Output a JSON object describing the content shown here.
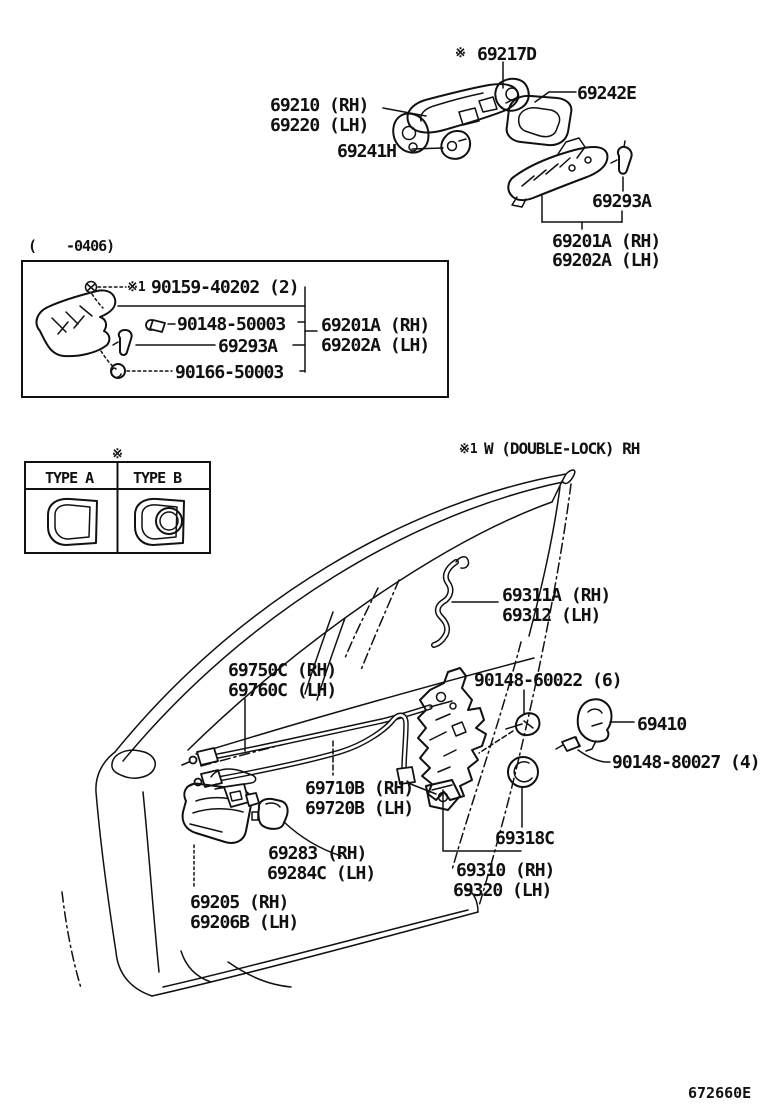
{
  "diagram": {
    "figure_code": "672660E",
    "top": {
      "mark": "※",
      "p69217d": "69217D",
      "p69210": "69210 (RH)",
      "p69220": "69220 (LH)",
      "p69241h": "69241H",
      "p69242e": "69242E",
      "p69293a": "69293A",
      "p69201a": "69201A (RH)",
      "p69202a": "69202A (LH)"
    },
    "inset_box": {
      "paren": "(",
      "range": "-0406)",
      "mark1": "※1",
      "r90159": "90159-40202 (2)",
      "r90148": "90148-50003",
      "r69293a": "69293A",
      "r90166": "90166-50003",
      "out_rh": "69201A (RH)",
      "out_lh": "69202A (LH)"
    },
    "type_table": {
      "mark": "※",
      "a": "TYPE A",
      "b": "TYPE B"
    },
    "note": {
      "mark": "※1",
      "text": "W (DOUBLE-LOCK) RH"
    },
    "door": {
      "p69311a": "69311A (RH)",
      "p69312": "69312 (LH)",
      "p69750c": "69750C (RH)",
      "p69760c": "69760C (LH)",
      "p90148_60022": "90148-60022 (6)",
      "p69410": "69410",
      "p90148_80027": "90148-80027 (4)",
      "p69710b": "69710B (RH)",
      "p69720b": "69720B (LH)",
      "p69318c": "69318C",
      "p69283": "69283 (RH)",
      "p69284c": "69284C (LH)",
      "p69310": "69310 (RH)",
      "p69320": "69320 (LH)",
      "p69205": "69205 (RH)",
      "p69206b": "69206B (LH)"
    },
    "colors": {
      "ink": "#111111",
      "background": "#ffffff"
    }
  }
}
